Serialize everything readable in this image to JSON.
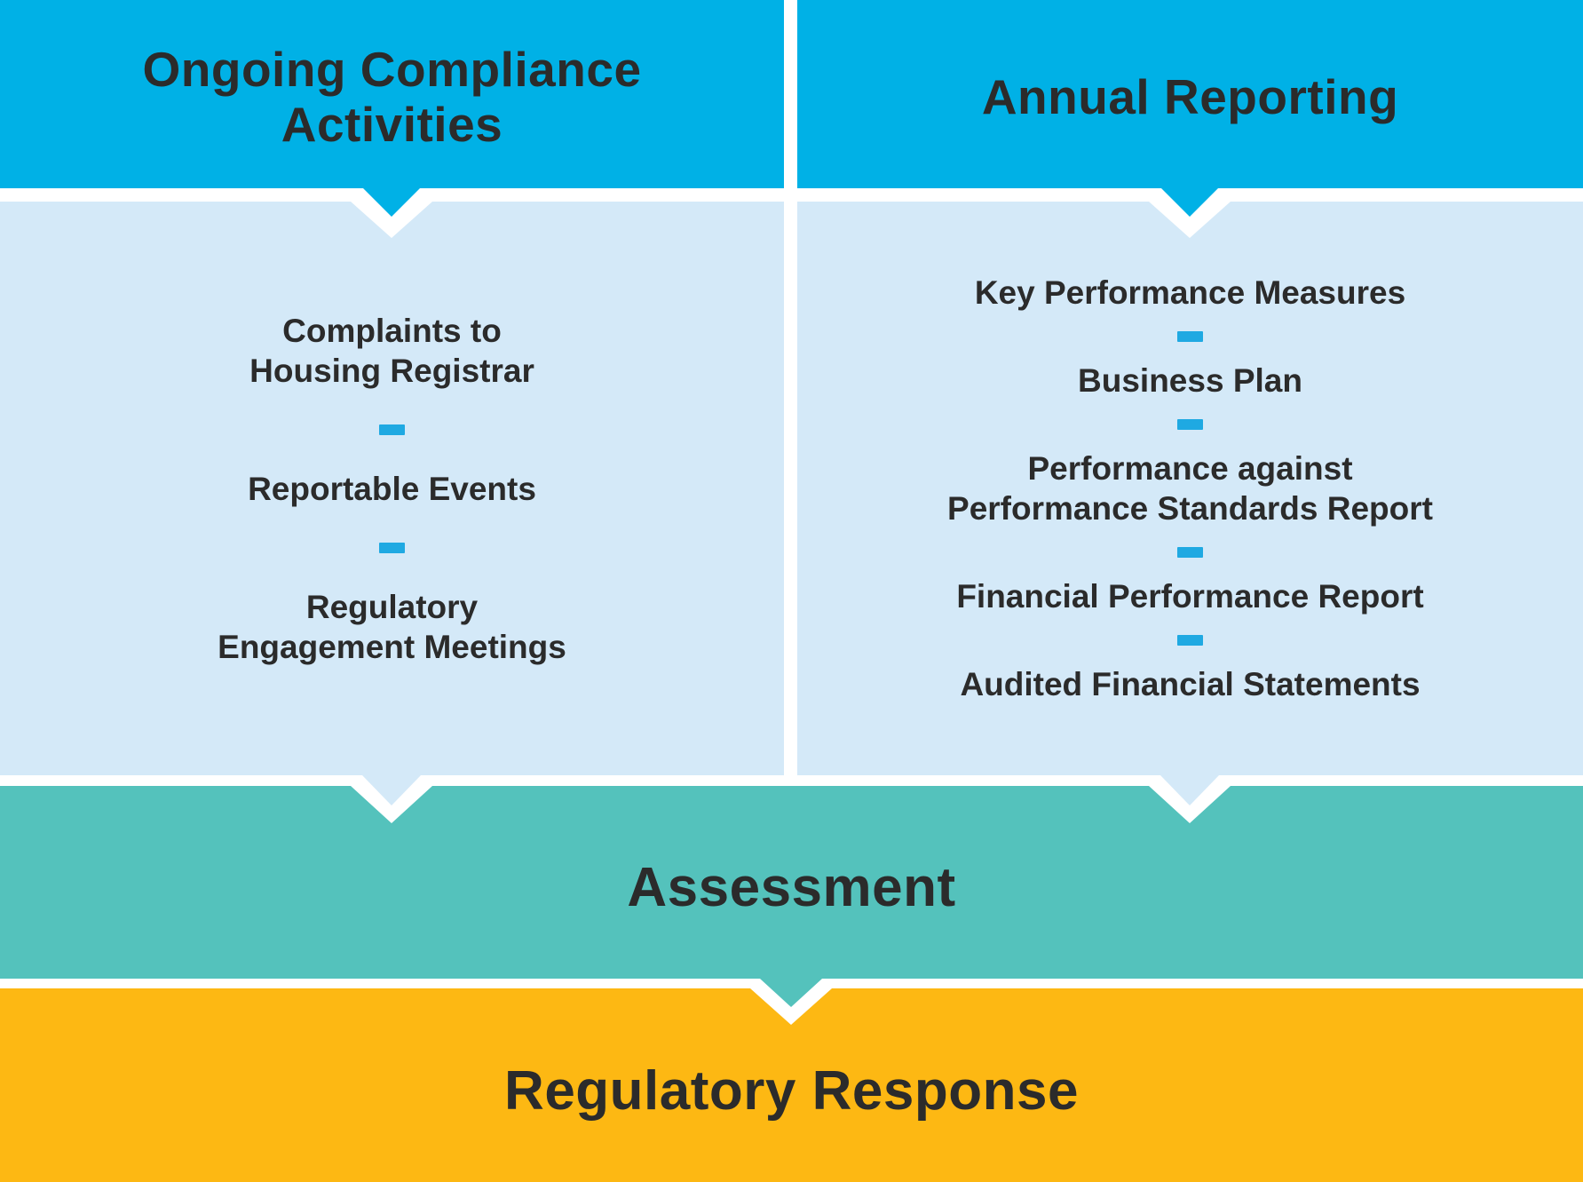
{
  "palette": {
    "cyan": "#00B1E6",
    "lightblue": "#D4E9F8",
    "teal": "#54C2BC",
    "orange": "#FDB813",
    "dash": "#1FA9E2",
    "ink": "#2B2B2B",
    "white": "#FFFFFF"
  },
  "columns": {
    "ongoing": {
      "title": "Ongoing Compliance\nActivities",
      "items": [
        "Complaints to\nHousing Registrar",
        "Reportable Events",
        "Regulatory\nEngagement Meetings"
      ]
    },
    "annual": {
      "title": "Annual Reporting",
      "items": [
        "Key Performance Measures",
        "Business Plan",
        "Performance against\nPerformance Standards Report",
        "Financial Performance Report",
        "Audited Financial Statements"
      ]
    }
  },
  "assessment": {
    "label": "Assessment"
  },
  "regulatory_response": {
    "label": "Regulatory Response"
  }
}
